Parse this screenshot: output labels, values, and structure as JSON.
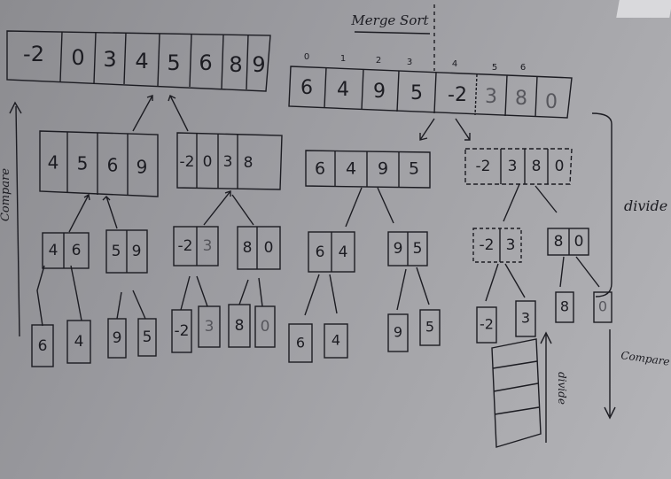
{
  "board": {
    "title": "Merge Sort",
    "labels": {
      "divide": "divide",
      "compare": "Compare",
      "divide_small": "divide",
      "compare_small": "Compare"
    },
    "index_labels": [
      "0",
      "1",
      "2",
      "3",
      "4",
      "5",
      "6"
    ]
  },
  "arrays": {
    "input": [
      "6",
      "4",
      "9",
      "5",
      "-2",
      "3",
      "8",
      "0"
    ],
    "sorted": [
      "-2",
      "0",
      "3",
      "4",
      "5",
      "6",
      "8",
      "9"
    ],
    "divide_l1_left": [
      "6",
      "4",
      "9",
      "5"
    ],
    "divide_l1_right": [
      "-2",
      "3",
      "8",
      "0"
    ],
    "divide_l2": [
      [
        "6",
        "4"
      ],
      [
        "9",
        "5"
      ],
      [
        "-2",
        "3"
      ],
      [
        "8",
        "0"
      ]
    ],
    "divide_l3": [
      "6",
      "4",
      "9",
      "5",
      "-2",
      "3",
      "8",
      "0"
    ],
    "merge_leaves": [
      "6",
      "4",
      "9",
      "5",
      "-2",
      "3",
      "8",
      "0"
    ],
    "merge_pairs": [
      [
        "4",
        "6"
      ],
      [
        "5",
        "9"
      ],
      [
        "-2",
        "3"
      ],
      [
        "8",
        "0"
      ]
    ],
    "merge_halves_left": [
      "4",
      "5",
      "6",
      "9"
    ],
    "merge_halves_right": [
      "-2",
      "0",
      "3",
      "8"
    ]
  }
}
